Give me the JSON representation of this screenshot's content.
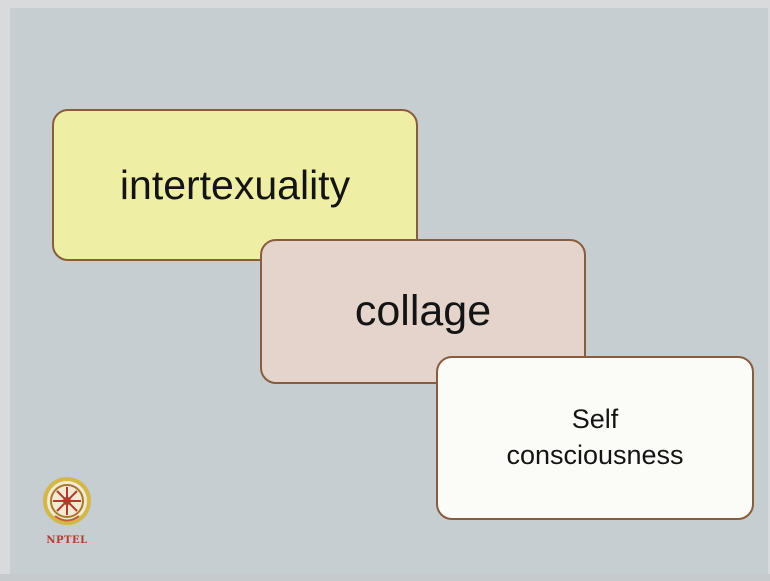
{
  "diagram": {
    "boxes": [
      {
        "label": "intertexuality",
        "fill": "#eeeea4"
      },
      {
        "label": "collage",
        "fill": "#e5d4cc"
      },
      {
        "label_line1": "Self",
        "label_line2": "consciousness",
        "fill": "#fbfbf8"
      }
    ],
    "border_color": "#8a5c3e",
    "background_color": "#c6ced2"
  },
  "logo": {
    "text": "NPTEL",
    "icon": "nptel-logo-icon"
  }
}
